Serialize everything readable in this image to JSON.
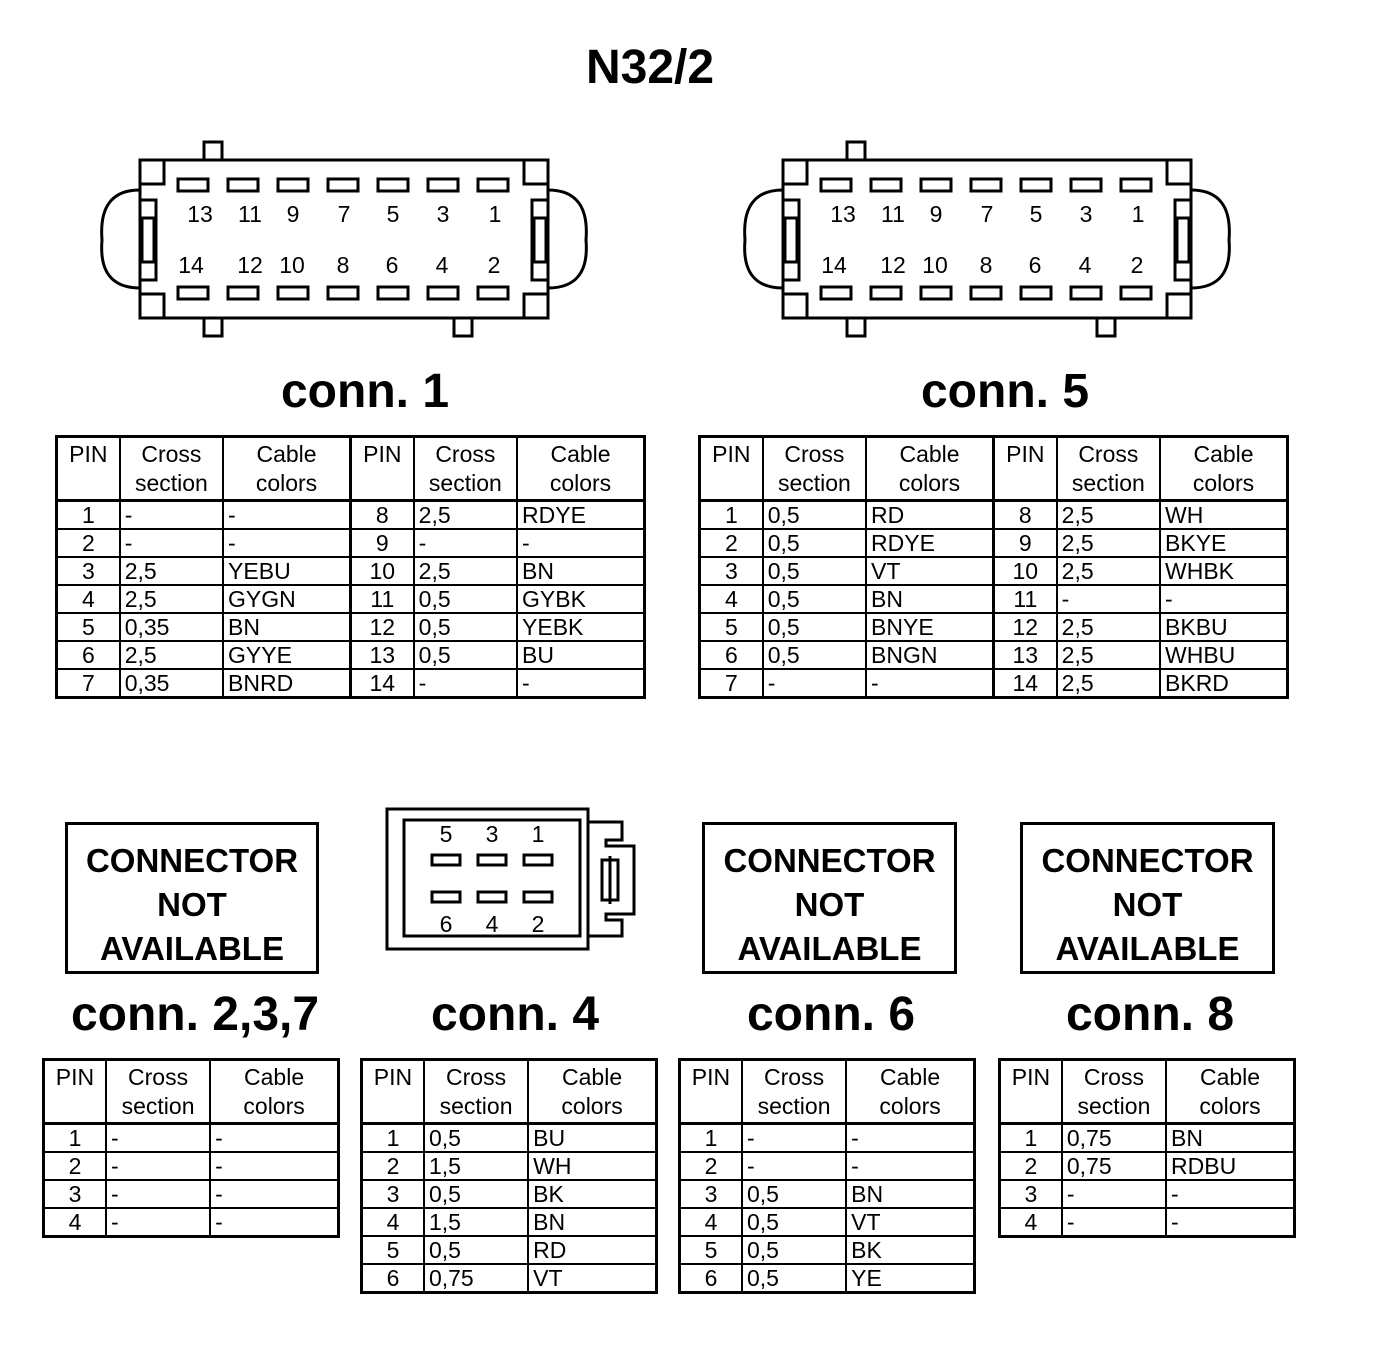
{
  "title": "N32/2",
  "headers": {
    "pin": "PIN",
    "cross1": "Cross",
    "cross2": "section",
    "cable1": "Cable",
    "cable2": "colors"
  },
  "not_available": {
    "line1": "CONNECTOR",
    "line2": "NOT",
    "line3": "AVAILABLE"
  },
  "connector14": {
    "top_numbers": [
      "13",
      "11",
      "9",
      "7",
      "5",
      "3",
      "1"
    ],
    "bottom_numbers": [
      "14",
      "12",
      "10",
      "8",
      "6",
      "4",
      "2"
    ]
  },
  "connector6": {
    "top_numbers": [
      "5",
      "3",
      "1"
    ],
    "bottom_numbers": [
      "6",
      "4",
      "2"
    ]
  },
  "conn1": {
    "label": "conn. 1",
    "rows": [
      {
        "p1": "1",
        "c1": "-",
        "k1": "-",
        "p2": "8",
        "c2": "2,5",
        "k2": "RDYE"
      },
      {
        "p1": "2",
        "c1": "-",
        "k1": "-",
        "p2": "9",
        "c2": "-",
        "k2": "-"
      },
      {
        "p1": "3",
        "c1": "2,5",
        "k1": "YEBU",
        "p2": "10",
        "c2": "2,5",
        "k2": "BN"
      },
      {
        "p1": "4",
        "c1": "2,5",
        "k1": "GYGN",
        "p2": "11",
        "c2": "0,5",
        "k2": "GYBK"
      },
      {
        "p1": "5",
        "c1": "0,35",
        "k1": "BN",
        "p2": "12",
        "c2": "0,5",
        "k2": "YEBK"
      },
      {
        "p1": "6",
        "c1": "2,5",
        "k1": "GYYE",
        "p2": "13",
        "c2": "0,5",
        "k2": "BU"
      },
      {
        "p1": "7",
        "c1": "0,35",
        "k1": "BNRD",
        "p2": "14",
        "c2": "-",
        "k2": "-"
      }
    ]
  },
  "conn5": {
    "label": "conn. 5",
    "rows": [
      {
        "p1": "1",
        "c1": "0,5",
        "k1": "RD",
        "p2": "8",
        "c2": "2,5",
        "k2": "WH"
      },
      {
        "p1": "2",
        "c1": "0,5",
        "k1": "RDYE",
        "p2": "9",
        "c2": "2,5",
        "k2": "BKYE"
      },
      {
        "p1": "3",
        "c1": "0,5",
        "k1": "VT",
        "p2": "10",
        "c2": "2,5",
        "k2": "WHBK"
      },
      {
        "p1": "4",
        "c1": "0,5",
        "k1": "BN",
        "p2": "11",
        "c2": "-",
        "k2": "-"
      },
      {
        "p1": "5",
        "c1": "0,5",
        "k1": "BNYE",
        "p2": "12",
        "c2": "2,5",
        "k2": "BKBU"
      },
      {
        "p1": "6",
        "c1": "0,5",
        "k1": "BNGN",
        "p2": "13",
        "c2": "2,5",
        "k2": "WHBU"
      },
      {
        "p1": "7",
        "c1": "-",
        "k1": "-",
        "p2": "14",
        "c2": "2,5",
        "k2": "BKRD"
      }
    ]
  },
  "conn237": {
    "label": "conn. 2,3,7",
    "rows": [
      {
        "p": "1",
        "c": "-",
        "k": "-"
      },
      {
        "p": "2",
        "c": "-",
        "k": "-"
      },
      {
        "p": "3",
        "c": "-",
        "k": "-"
      },
      {
        "p": "4",
        "c": "-",
        "k": "-"
      }
    ]
  },
  "conn4": {
    "label": "conn. 4",
    "rows": [
      {
        "p": "1",
        "c": "0,5",
        "k": "BU"
      },
      {
        "p": "2",
        "c": "1,5",
        "k": "WH"
      },
      {
        "p": "3",
        "c": "0,5",
        "k": "BK"
      },
      {
        "p": "4",
        "c": "1,5",
        "k": "BN"
      },
      {
        "p": "5",
        "c": "0,5",
        "k": "RD"
      },
      {
        "p": "6",
        "c": "0,75",
        "k": "VT"
      }
    ]
  },
  "conn6": {
    "label": "conn. 6",
    "rows": [
      {
        "p": "1",
        "c": "-",
        "k": "-"
      },
      {
        "p": "2",
        "c": "-",
        "k": "-"
      },
      {
        "p": "3",
        "c": "0,5",
        "k": "BN"
      },
      {
        "p": "4",
        "c": "0,5",
        "k": "VT"
      },
      {
        "p": "5",
        "c": "0,5",
        "k": "BK"
      },
      {
        "p": "6",
        "c": "0,5",
        "k": "YE"
      }
    ]
  },
  "conn8": {
    "label": "conn. 8",
    "rows": [
      {
        "p": "1",
        "c": "0,75",
        "k": "BN"
      },
      {
        "p": "2",
        "c": "0,75",
        "k": "RDBU"
      },
      {
        "p": "3",
        "c": "-",
        "k": "-"
      },
      {
        "p": "4",
        "c": "-",
        "k": "-"
      }
    ]
  }
}
